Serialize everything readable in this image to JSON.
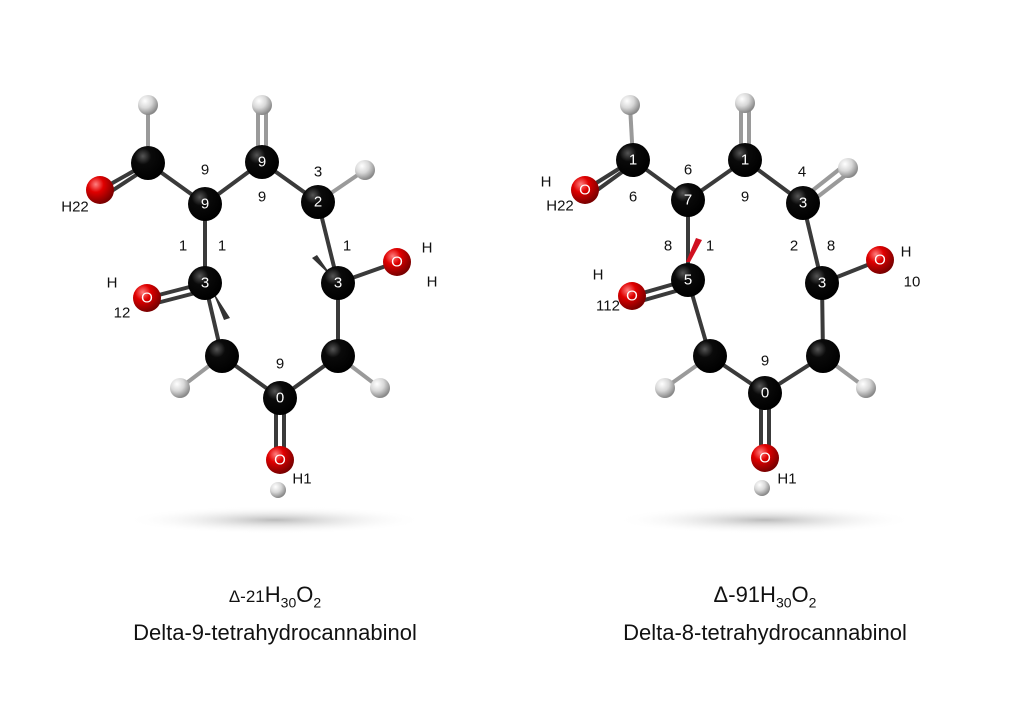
{
  "molecules": [
    {
      "formula": {
        "prefix": "Δ-21",
        "h": "H",
        "h_sub": "30",
        "o": "O",
        "o_sub": "2"
      },
      "name": "Delta-9-tetrahydrocannabinol",
      "atom_labels": {
        "top_center": "9",
        "mid_left": "9",
        "right_upper": "2",
        "left_lower": "3",
        "right_lower": "3",
        "bottom": "0",
        "o_left": "O",
        "o_right": "O",
        "o_bottom": "O"
      },
      "labels": {
        "h22": "H22",
        "l9a": "9",
        "l9b": "9",
        "l3": "3",
        "l1a": "1",
        "l1b": "1",
        "l1c": "1",
        "hr1": "H",
        "hr2": "H",
        "hl": "H",
        "l12": "12",
        "l9c": "9",
        "h1": "H1"
      }
    },
    {
      "formula": {
        "prefix": "Δ-91",
        "h": "H",
        "h_sub": "30",
        "o": "O",
        "o_sub": "2"
      },
      "name": "Delta-8-tetrahydrocannabinol",
      "atom_labels": {
        "top_left": "1",
        "top_center": "1",
        "mid_left": "7",
        "right_upper": "3",
        "left_lower": "5",
        "right_lower": "3",
        "bottom": "0",
        "o_left_top": "O",
        "o_left": "O",
        "o_right": "O",
        "o_bottom": "O"
      },
      "labels": {
        "h_top": "H",
        "h22": "H22",
        "l6a": "6",
        "l6b": "6",
        "l9a": "9",
        "l4": "4",
        "l8a": "8",
        "l1": "1",
        "l2": "2",
        "l8b": "8",
        "hr": "H",
        "l10": "10",
        "hl": "H",
        "l112": "112",
        "l9c": "9",
        "h1": "H1"
      }
    }
  ],
  "colors": {
    "carbon": "#0a0a0a",
    "oxygen": "#e00000",
    "hydrogen": "#d8d8d8"
  }
}
